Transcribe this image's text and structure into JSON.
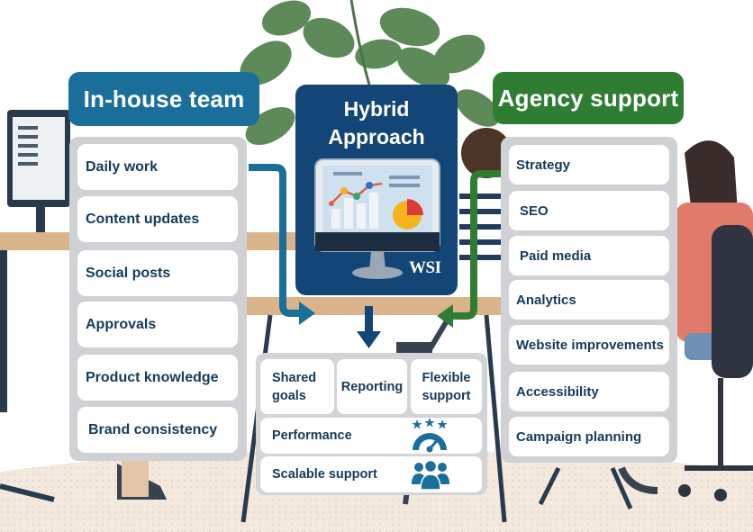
{
  "colors": {
    "inhouse": "#1a6f9a",
    "agency": "#2f7d32",
    "hybrid": "#134577",
    "text": "#163a5a",
    "panel": "#cfd1d4"
  },
  "inhouse": {
    "title": "In-house team",
    "items": [
      "Daily work",
      "Content updates",
      "Social posts",
      "Approvals",
      "Product knowledge",
      "Brand consistency"
    ]
  },
  "agency": {
    "title": "Agency support",
    "items": [
      "Strategy",
      "SEO",
      "Paid media",
      "Analytics",
      "Website improvements",
      "Accessibility",
      "Campaign planning"
    ]
  },
  "hybrid": {
    "title_line1": "Hybrid",
    "title_line2": "Approach",
    "logo_text": "WSI",
    "icon": "monitor-analytics-icon"
  },
  "outcomes": {
    "shared_goals_line1": "Shared",
    "shared_goals_line2": "goals",
    "reporting": "Reporting",
    "flexible_line1": "Flexible",
    "flexible_line2": "support",
    "performance": "Performance",
    "performance_icon": "speedometer-stars-icon",
    "scalable": "Scalable support",
    "scalable_icon": "team-group-icon"
  }
}
